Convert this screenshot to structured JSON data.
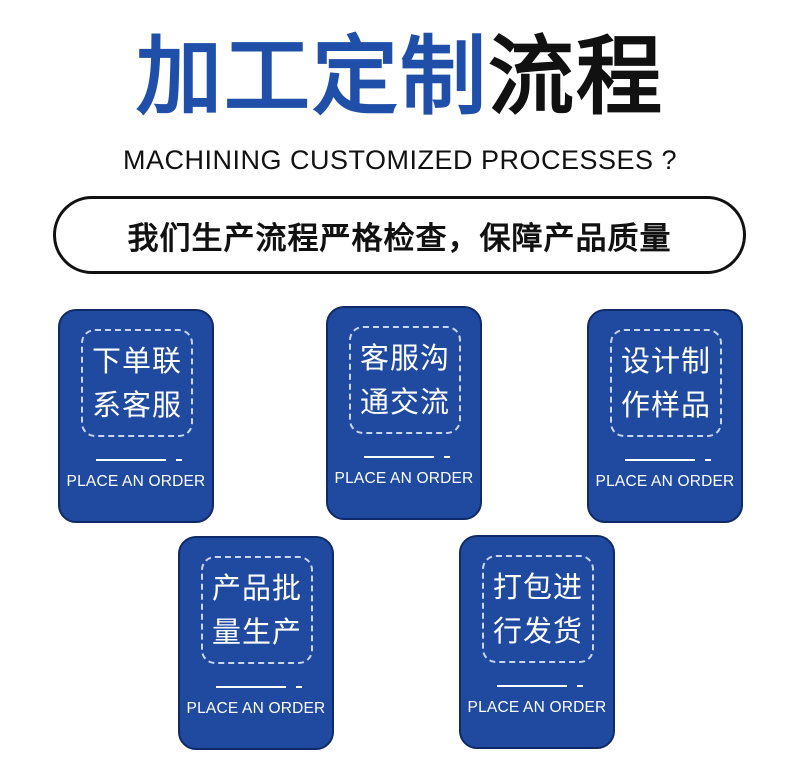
{
  "header": {
    "title_blue": "加工定制",
    "title_black": "流程",
    "subtitle": "MACHINING CUSTOMIZED PROCESSES ?",
    "slogan": "我们生产流程严格检查，保障产品质量"
  },
  "steps": [
    {
      "line1": "下单联",
      "line2": "系客服",
      "label": "PLACE AN ORDER"
    },
    {
      "line1": "客服沟",
      "line2": "通交流",
      "label": "PLACE AN ORDER"
    },
    {
      "line1": "设计制",
      "line2": "作样品",
      "label": "PLACE AN ORDER"
    },
    {
      "line1": "产品批",
      "line2": "量生产",
      "label": "PLACE AN ORDER"
    },
    {
      "line1": "打包进",
      "line2": "行发货",
      "label": "PLACE AN ORDER"
    }
  ],
  "colors": {
    "accent": "#1f4aa0",
    "title_blue": "#1f4fa8",
    "text_dark": "#111111"
  }
}
